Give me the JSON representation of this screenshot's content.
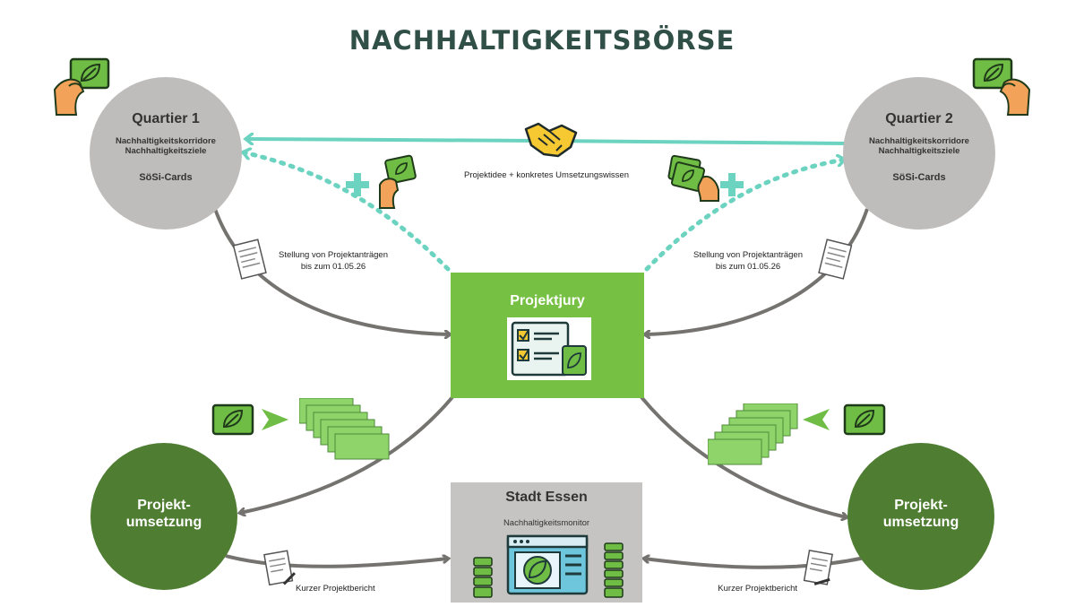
{
  "title": "NACHHALTIGKEITSBÖRSE",
  "quartier1": {
    "name": "Quartier 1",
    "line1": "Nachhaltigkeitskorridore",
    "line2": "Nachhaltigkeitsziele",
    "cards": "SöSi-Cards"
  },
  "quartier2": {
    "name": "Quartier 2",
    "line1": "Nachhaltigkeitskorridore",
    "line2": "Nachhaltigkeitsziele",
    "cards": "SöSi-Cards"
  },
  "exchange_label": "Projektidee + konkretes Umsetzungswissen",
  "application_left": {
    "line1": "Stellung von Projektanträgen",
    "line2": "bis zum 01.05.26"
  },
  "application_right": {
    "line1": "Stellung von Projektanträgen",
    "line2": "bis zum 01.05.26"
  },
  "jury": {
    "title": "Projektjury"
  },
  "umsetzung_left": "Projekt-\numsetzung",
  "umsetzung_right": "Projekt-\numsetzung",
  "stadt": {
    "title": "Stadt Essen",
    "subtitle": "Nachhaltigkeitsmonitor"
  },
  "report_left": "Kurzer Projektbericht",
  "report_right": "Kurzer Projektbericht",
  "colors": {
    "title": "#2f4f47",
    "quartier_circle": "#bfbdbb",
    "jury_box": "#76c043",
    "umsetzung_circle": "#4f7d32",
    "stadt_box": "#c5c4c2",
    "teal_arrow": "#6bd3c0",
    "grey_arrow": "#75736f",
    "card_green": "#6fbd44"
  },
  "icons": [
    "hand-card-icon",
    "handshake-icon",
    "plus-icon",
    "document-icon",
    "checklist-icon",
    "money-stack-icon",
    "chevron-arrow-icon",
    "monitor-icon",
    "coin-stack-icon"
  ]
}
